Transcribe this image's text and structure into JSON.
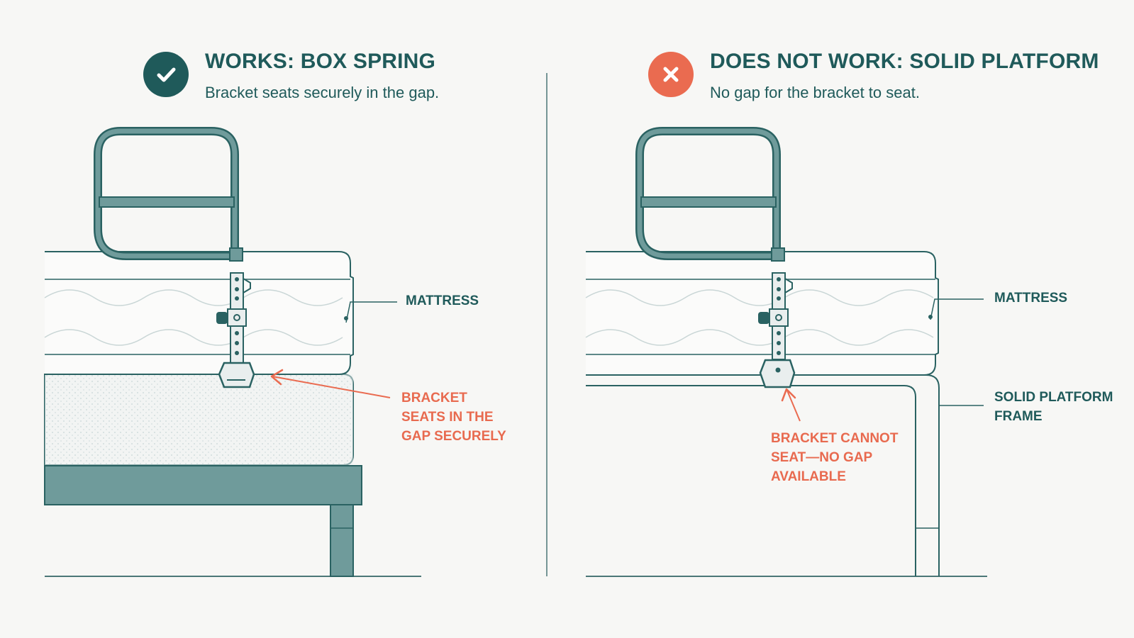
{
  "colors": {
    "teal": "#1f5a5a",
    "steel": "#6f9b9b",
    "red": "#ea6b50",
    "line": "#2a6262"
  },
  "left_panel": {
    "status_icon": "check-icon",
    "title": "WORKS: BOX SPRING",
    "subtitle": "Bracket seats securely in the gap.",
    "mattress_label": "MATTRESS",
    "callout_lines": [
      "BRACKET",
      "SEATS IN THE",
      "GAP SECURELY"
    ]
  },
  "right_panel": {
    "status_icon": "x-icon",
    "title": "DOES NOT WORK: SOLID PLATFORM",
    "subtitle": "No gap for the bracket to seat.",
    "mattress_label": "MATTRESS",
    "frame_label_lines": [
      "SOLID PLATFORM",
      "FRAME"
    ],
    "callout_lines": [
      "BRACKET CANNOT",
      "SEAT—NO GAP",
      "AVAILABLE"
    ]
  }
}
